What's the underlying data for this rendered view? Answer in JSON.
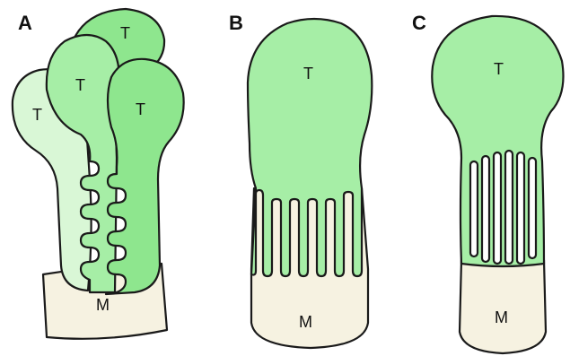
{
  "panels": [
    {
      "letter": "A",
      "labels": {
        "t1": "T",
        "t2": "T",
        "t3": "T",
        "t4": "T",
        "m": "M"
      }
    },
    {
      "letter": "B",
      "labels": {
        "t": "T",
        "m": "M"
      }
    },
    {
      "letter": "C",
      "labels": {
        "t": "T",
        "m": "M"
      }
    }
  ],
  "colors": {
    "tissue_light": "#d9f7d6",
    "tissue_mid": "#a6eea6",
    "tissue_dark": "#8ee68e",
    "medium": "#f6f2e1",
    "outline": "#1a1a1a"
  }
}
